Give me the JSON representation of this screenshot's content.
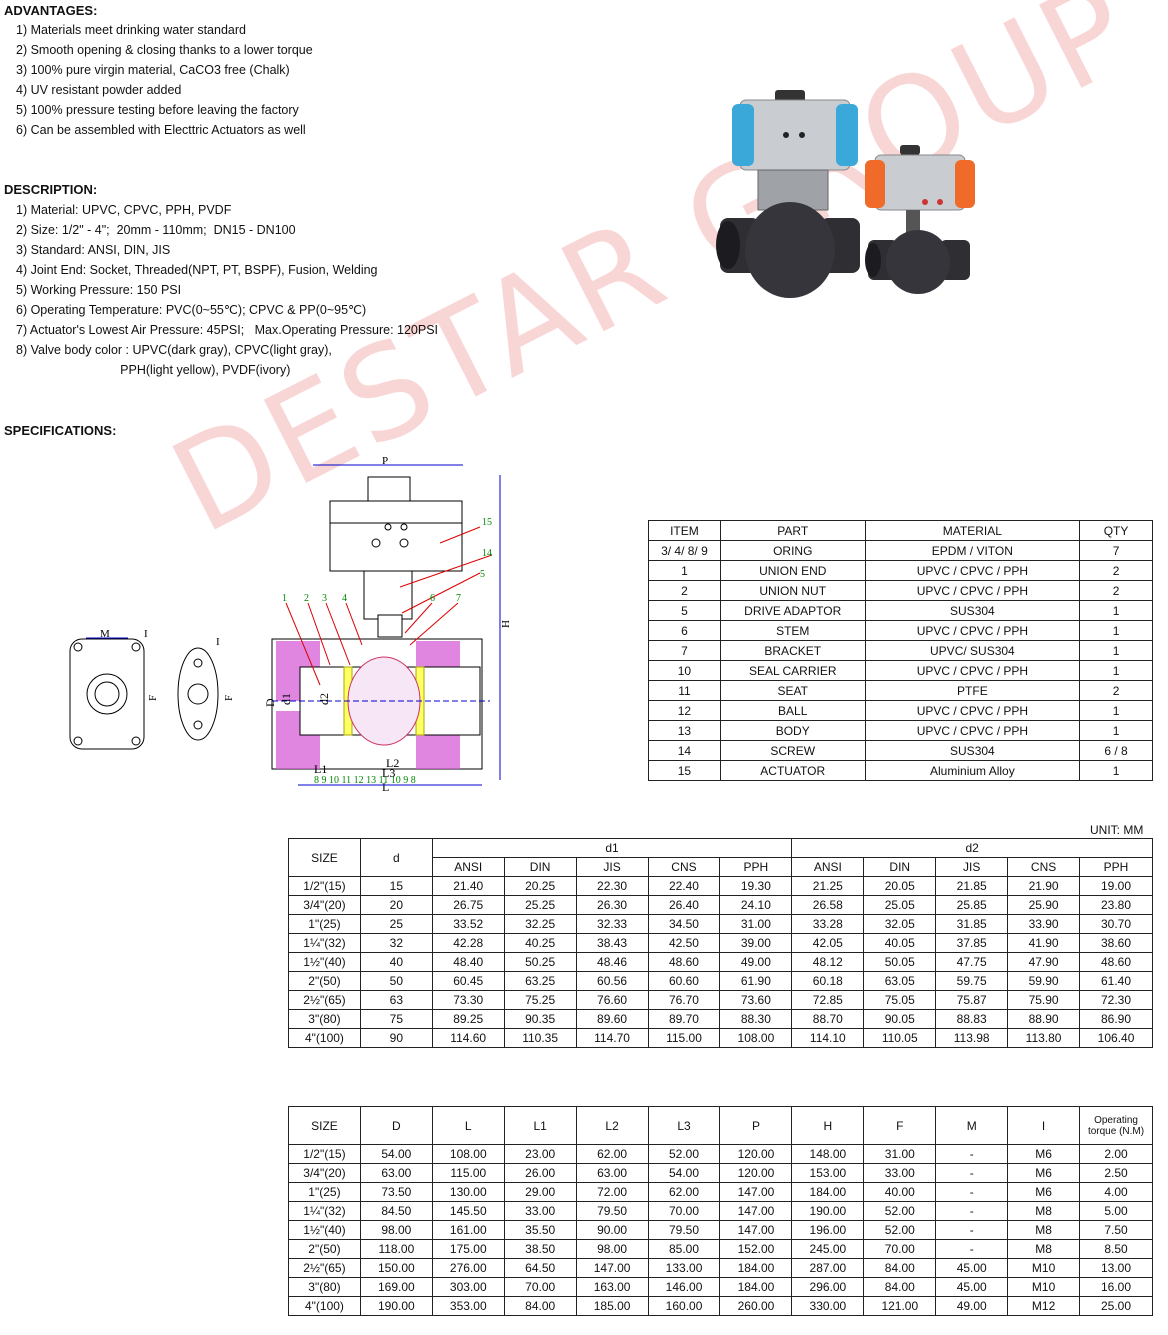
{
  "advantages": {
    "title": "ADVANTAGES:",
    "items": [
      "1) Materials meet drinking water standard",
      "2) Smooth opening & closing thanks to a lower torque",
      "3) 100% pure virgin material, CaCO3 free (Chalk)",
      "4) UV resistant powder added",
      "5) 100% pressure testing before leaving the factory",
      "6) Can be assembled with Electtric Actuators as well"
    ]
  },
  "description": {
    "title": "DESCRIPTION:",
    "items": [
      "1) Material: UPVC, CPVC, PPH, PVDF",
      "2) Size: 1/2\" - 4\";  20mm - 110mm;  DN15 - DN100",
      "3) Standard: ANSI, DIN, JIS",
      "4) Joint End: Socket, Threaded(NPT, PT, BSPF), Fusion, Welding",
      "5) Working Pressure: 150 PSI",
      "6) Operating Temperature: PVC(0~55℃); CPVC & PP(0~95℃)",
      "7) Actuator's Lowest Air Pressure: 45PSI;   Max.Operating Pressure: 120PSI",
      "8) Valve body color : UPVC(dark gray), CPVC(light gray),",
      "                              PPH(light yellow), PVDF(ivory)"
    ]
  },
  "specifications_title": "SPECIFICATIONS:",
  "watermark": "DESTAR GROUP",
  "drawing_labels": {
    "P": "P",
    "H": "H",
    "D": "D",
    "d1": "d1",
    "d2": "d2",
    "L": "L",
    "L1": "L1",
    "L2": "L2",
    "L3": "L3",
    "M": "M",
    "I": "I",
    "F": "F",
    "callouts": [
      "1",
      "2",
      "3",
      "4",
      "5",
      "6",
      "7",
      "14",
      "15"
    ],
    "bottom_callouts": "8 9 10 11  12 13  11 10 9 8"
  },
  "parts_table": {
    "headers": [
      "ITEM",
      "PART",
      "MATERIAL",
      "QTY"
    ],
    "rows": [
      [
        "3/ 4/ 8/ 9",
        "ORING",
        "EPDM / VITON",
        "7"
      ],
      [
        "1",
        "UNION END",
        "UPVC / CPVC / PPH",
        "2"
      ],
      [
        "2",
        "UNION NUT",
        "UPVC / CPVC / PPH",
        "2"
      ],
      [
        "5",
        "DRIVE ADAPTOR",
        "SUS304",
        "1"
      ],
      [
        "6",
        "STEM",
        "UPVC / CPVC / PPH",
        "1"
      ],
      [
        "7",
        "BRACKET",
        "UPVC/ SUS304",
        "1"
      ],
      [
        "10",
        "SEAL CARRIER",
        "UPVC / CPVC / PPH",
        "1"
      ],
      [
        "11",
        "SEAT",
        "PTFE",
        "2"
      ],
      [
        "12",
        "BALL",
        "UPVC / CPVC / PPH",
        "1"
      ],
      [
        "13",
        "BODY",
        "UPVC / CPVC / PPH",
        "1"
      ],
      [
        "14",
        "SCREW",
        "SUS304",
        "6 / 8"
      ],
      [
        "15",
        "ACTUATOR",
        "Aluminium Alloy",
        "1"
      ]
    ]
  },
  "unit": "UNIT: MM",
  "dia_table": {
    "h_size": "SIZE",
    "h_d": "d",
    "h_d1": "d1",
    "h_d2": "d2",
    "sub": [
      "ANSI",
      "DIN",
      "JIS",
      "CNS",
      "PPH",
      "ANSI",
      "DIN",
      "JIS",
      "CNS",
      "PPH"
    ],
    "rows": [
      [
        "1/2\"(15)",
        "15",
        "21.40",
        "20.25",
        "22.30",
        "22.40",
        "19.30",
        "21.25",
        "20.05",
        "21.85",
        "21.90",
        "19.00"
      ],
      [
        "3/4\"(20)",
        "20",
        "26.75",
        "25.25",
        "26.30",
        "26.40",
        "24.10",
        "26.58",
        "25.05",
        "25.85",
        "25.90",
        "23.80"
      ],
      [
        "1\"(25)",
        "25",
        "33.52",
        "32.25",
        "32.33",
        "34.50",
        "31.00",
        "33.28",
        "32.05",
        "31.85",
        "33.90",
        "30.70"
      ],
      [
        "1¼\"(32)",
        "32",
        "42.28",
        "40.25",
        "38.43",
        "42.50",
        "39.00",
        "42.05",
        "40.05",
        "37.85",
        "41.90",
        "38.60"
      ],
      [
        "1½\"(40)",
        "40",
        "48.40",
        "50.25",
        "48.46",
        "48.60",
        "49.00",
        "48.12",
        "50.05",
        "47.75",
        "47.90",
        "48.60"
      ],
      [
        "2\"(50)",
        "50",
        "60.45",
        "63.25",
        "60.56",
        "60.60",
        "61.90",
        "60.18",
        "63.05",
        "59.75",
        "59.90",
        "61.40"
      ],
      [
        "2½\"(65)",
        "63",
        "73.30",
        "75.25",
        "76.60",
        "76.70",
        "73.60",
        "72.85",
        "75.05",
        "75.87",
        "75.90",
        "72.30"
      ],
      [
        "3\"(80)",
        "75",
        "89.25",
        "90.35",
        "89.60",
        "89.70",
        "88.30",
        "88.70",
        "90.05",
        "88.83",
        "88.90",
        "86.90"
      ],
      [
        "4\"(100)",
        "90",
        "114.60",
        "110.35",
        "114.70",
        "115.00",
        "108.00",
        "114.10",
        "110.05",
        "113.98",
        "113.80",
        "106.40"
      ]
    ]
  },
  "dim_table": {
    "headers": [
      "SIZE",
      "D",
      "L",
      "L1",
      "L2",
      "L3",
      "P",
      "H",
      "F",
      "M",
      "I",
      "Operating torque (N.M)"
    ],
    "rows": [
      [
        "1/2\"(15)",
        "54.00",
        "108.00",
        "23.00",
        "62.00",
        "52.00",
        "120.00",
        "148.00",
        "31.00",
        "-",
        "M6",
        "2.00"
      ],
      [
        "3/4\"(20)",
        "63.00",
        "115.00",
        "26.00",
        "63.00",
        "54.00",
        "120.00",
        "153.00",
        "33.00",
        "-",
        "M6",
        "2.50"
      ],
      [
        "1\"(25)",
        "73.50",
        "130.00",
        "29.00",
        "72.00",
        "62.00",
        "147.00",
        "184.00",
        "40.00",
        "-",
        "M6",
        "4.00"
      ],
      [
        "1¼\"(32)",
        "84.50",
        "145.50",
        "33.00",
        "79.50",
        "70.00",
        "147.00",
        "190.00",
        "52.00",
        "-",
        "M8",
        "5.00"
      ],
      [
        "1½\"(40)",
        "98.00",
        "161.00",
        "35.50",
        "90.00",
        "79.50",
        "147.00",
        "196.00",
        "52.00",
        "-",
        "M8",
        "7.50"
      ],
      [
        "2\"(50)",
        "118.00",
        "175.00",
        "38.50",
        "98.00",
        "85.00",
        "152.00",
        "245.00",
        "70.00",
        "-",
        "M8",
        "8.50"
      ],
      [
        "2½\"(65)",
        "150.00",
        "276.00",
        "64.50",
        "147.00",
        "133.00",
        "184.00",
        "287.00",
        "84.00",
        "45.00",
        "M10",
        "13.00"
      ],
      [
        "3\"(80)",
        "169.00",
        "303.00",
        "70.00",
        "163.00",
        "146.00",
        "184.00",
        "296.00",
        "84.00",
        "45.00",
        "M10",
        "16.00"
      ],
      [
        "4\"(100)",
        "190.00",
        "353.00",
        "84.00",
        "185.00",
        "160.00",
        "260.00",
        "330.00",
        "121.00",
        "49.00",
        "M12",
        "25.00"
      ]
    ]
  },
  "colors": {
    "actuator_blue": "#3aa8d8",
    "actuator_orange": "#f06a2a",
    "valve_body": "#2e2e33",
    "section_magenta": "#cc55cc",
    "watermark": "#f1a0a0"
  }
}
